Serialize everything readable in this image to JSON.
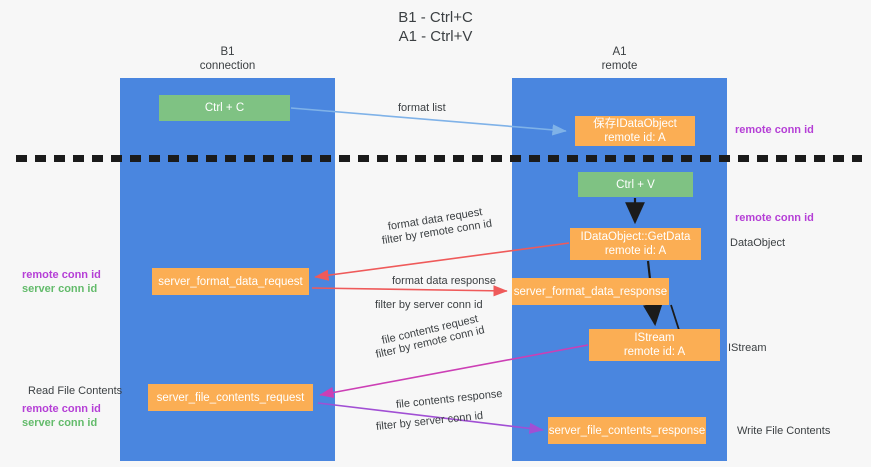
{
  "diagram": {
    "title_line1": "B1 - Ctrl+C",
    "title_line2": "A1 - Ctrl+V",
    "columns": [
      {
        "id": "b1",
        "name": "B1",
        "role": "connection",
        "color": "#4a86df"
      },
      {
        "id": "a1",
        "name": "A1",
        "role": "remote",
        "color": "#4a86df"
      }
    ],
    "nodes": {
      "ctrl_c": {
        "label": "Ctrl + C",
        "color": "#7fc283"
      },
      "save_idataobject": {
        "label": "保存IDataObject",
        "sub": "remote id: A",
        "color": "#fbae54"
      },
      "ctrl_v": {
        "label": "Ctrl + V",
        "color": "#7fc283"
      },
      "getdata": {
        "label": "IDataObject::GetData",
        "sub": "remote id: A",
        "color": "#fbae54"
      },
      "server_format_data_request": {
        "label": "server_format_data_request",
        "color": "#fbae54"
      },
      "server_format_data_response": {
        "label": "server_format_data_response",
        "color": "#fbae54"
      },
      "istream": {
        "label": "IStream",
        "sub": "remote id: A",
        "color": "#fbae54"
      },
      "server_file_contents_request": {
        "label": "server_file_contents_request",
        "color": "#fbae54"
      },
      "server_file_contents_response": {
        "label": "server_file_contents_response",
        "color": "#fbae54"
      }
    },
    "edge_labels": {
      "format_list": "format list",
      "format_data_request": "format data request",
      "format_data_request_filter_prefix": "filter by ",
      "format_data_request_filter_key": "remote conn id",
      "format_data_response": "format data response",
      "format_data_response_filter_prefix": "filter by ",
      "format_data_response_filter_key": "server conn id",
      "file_contents_request": "file contents request",
      "file_contents_request_filter_prefix": "filter by ",
      "file_contents_request_filter_key": "remote conn id",
      "file_contents_response": "file contents response",
      "file_contents_response_filter_prefix": "filter by ",
      "file_contents_response_filter_key": "server conn id"
    },
    "right_annotations": [
      "remote conn id",
      "remote conn id",
      "DataObject",
      "IStream",
      "Write File Contents"
    ],
    "left_annotations": [
      "remote conn id",
      "server conn id",
      "Read File Contents",
      "remote conn id",
      "server conn id"
    ],
    "colors": {
      "lane": "#4a86df",
      "green_node": "#7fc283",
      "orange_node": "#fbae54",
      "purple_key": "#b53fd6",
      "green_key": "#63bb6b",
      "arrow_blue": "#7fb2e8",
      "arrow_red": "#ef5a5a",
      "arrow_magenta": "#cc3fb5",
      "arrow_purple": "#a14fd4",
      "arrow_black": "#1b1b1b",
      "divider": "#1b1b1b",
      "background": "#f7f7f7"
    }
  }
}
